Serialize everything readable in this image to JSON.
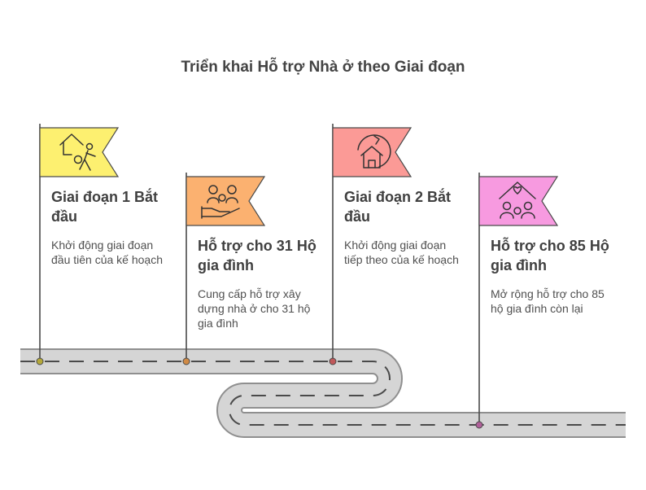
{
  "title": "Triển khai Hỗ trợ Nhà ở theo Giai đoạn",
  "milestones": [
    {
      "title": "Giai đoạn 1 Bắt đầu",
      "description": "Khởi động giai đoạn đầu tiên của kế hoạch",
      "icon": "house-person-icon",
      "color": "#fdf070",
      "marker_color": "#b5a93a"
    },
    {
      "title": "Hỗ trợ cho 31 Hộ gia đình",
      "description": "Cung cấp hỗ trợ xây dựng nhà ở cho 31 hộ gia đình",
      "icon": "hand-family-icon",
      "color": "#fbb170",
      "marker_color": "#d08a45"
    },
    {
      "title": "Giai đoạn 2 Bắt đầu",
      "description": "Khởi động giai đoạn tiếp theo của kế hoạch",
      "icon": "house-cycle-icon",
      "color": "#fb9a96",
      "marker_color": "#c0585a"
    },
    {
      "title": "Hỗ trợ cho 85 Hộ gia đình",
      "description": "Mở rộng hỗ trợ cho 85 hộ gia đình còn lại",
      "icon": "house-family-heart-icon",
      "color": "#f79ae0",
      "marker_color": "#b0609a"
    }
  ]
}
